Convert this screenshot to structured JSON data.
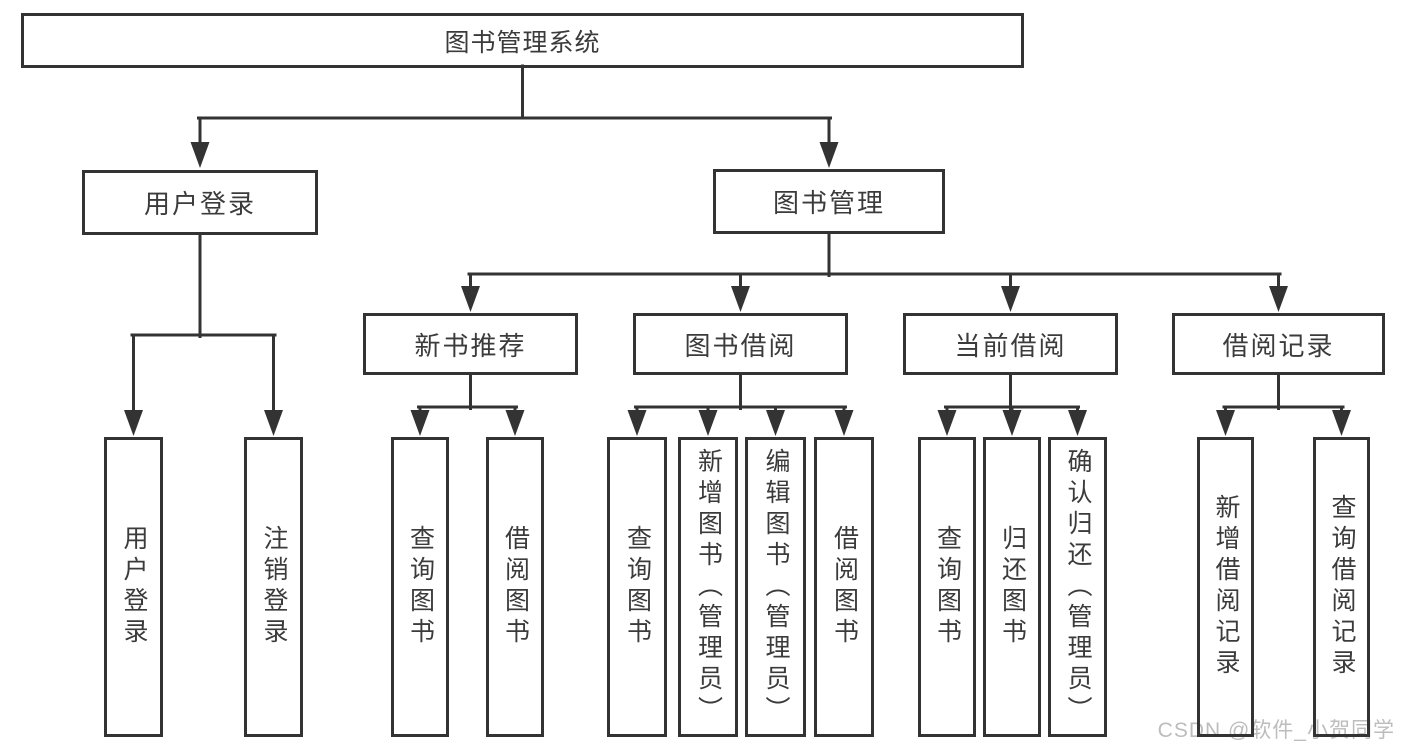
{
  "colors": {
    "line": "#333333",
    "border": "#333333",
    "text": "#3b3b3b",
    "background": "#ffffff",
    "watermark": "#bdbdbd"
  },
  "watermark": {
    "text": "CSDN @软件_小贺同学"
  },
  "tree": {
    "root": {
      "label": "图书管理系统"
    },
    "level2": [
      {
        "label": "用户登录"
      },
      {
        "label": "图书管理"
      }
    ],
    "level3": [
      {
        "label": "新书推荐"
      },
      {
        "label": "图书借阅"
      },
      {
        "label": "当前借阅"
      },
      {
        "label": "借阅记录"
      }
    ],
    "leaves": {
      "user_login": [
        "用户登录",
        "注销登录"
      ],
      "new_book_recommend": [
        "查询图书",
        "借阅图书"
      ],
      "book_borrow": [
        "查询图书",
        "新增图书（管理员）",
        "编辑图书（管理员）",
        "借阅图书"
      ],
      "current_borrow": [
        "查询图书",
        "归还图书",
        "确认归还（管理员）"
      ],
      "borrow_records": [
        "新增借阅记录",
        "查询借阅记录"
      ]
    }
  }
}
